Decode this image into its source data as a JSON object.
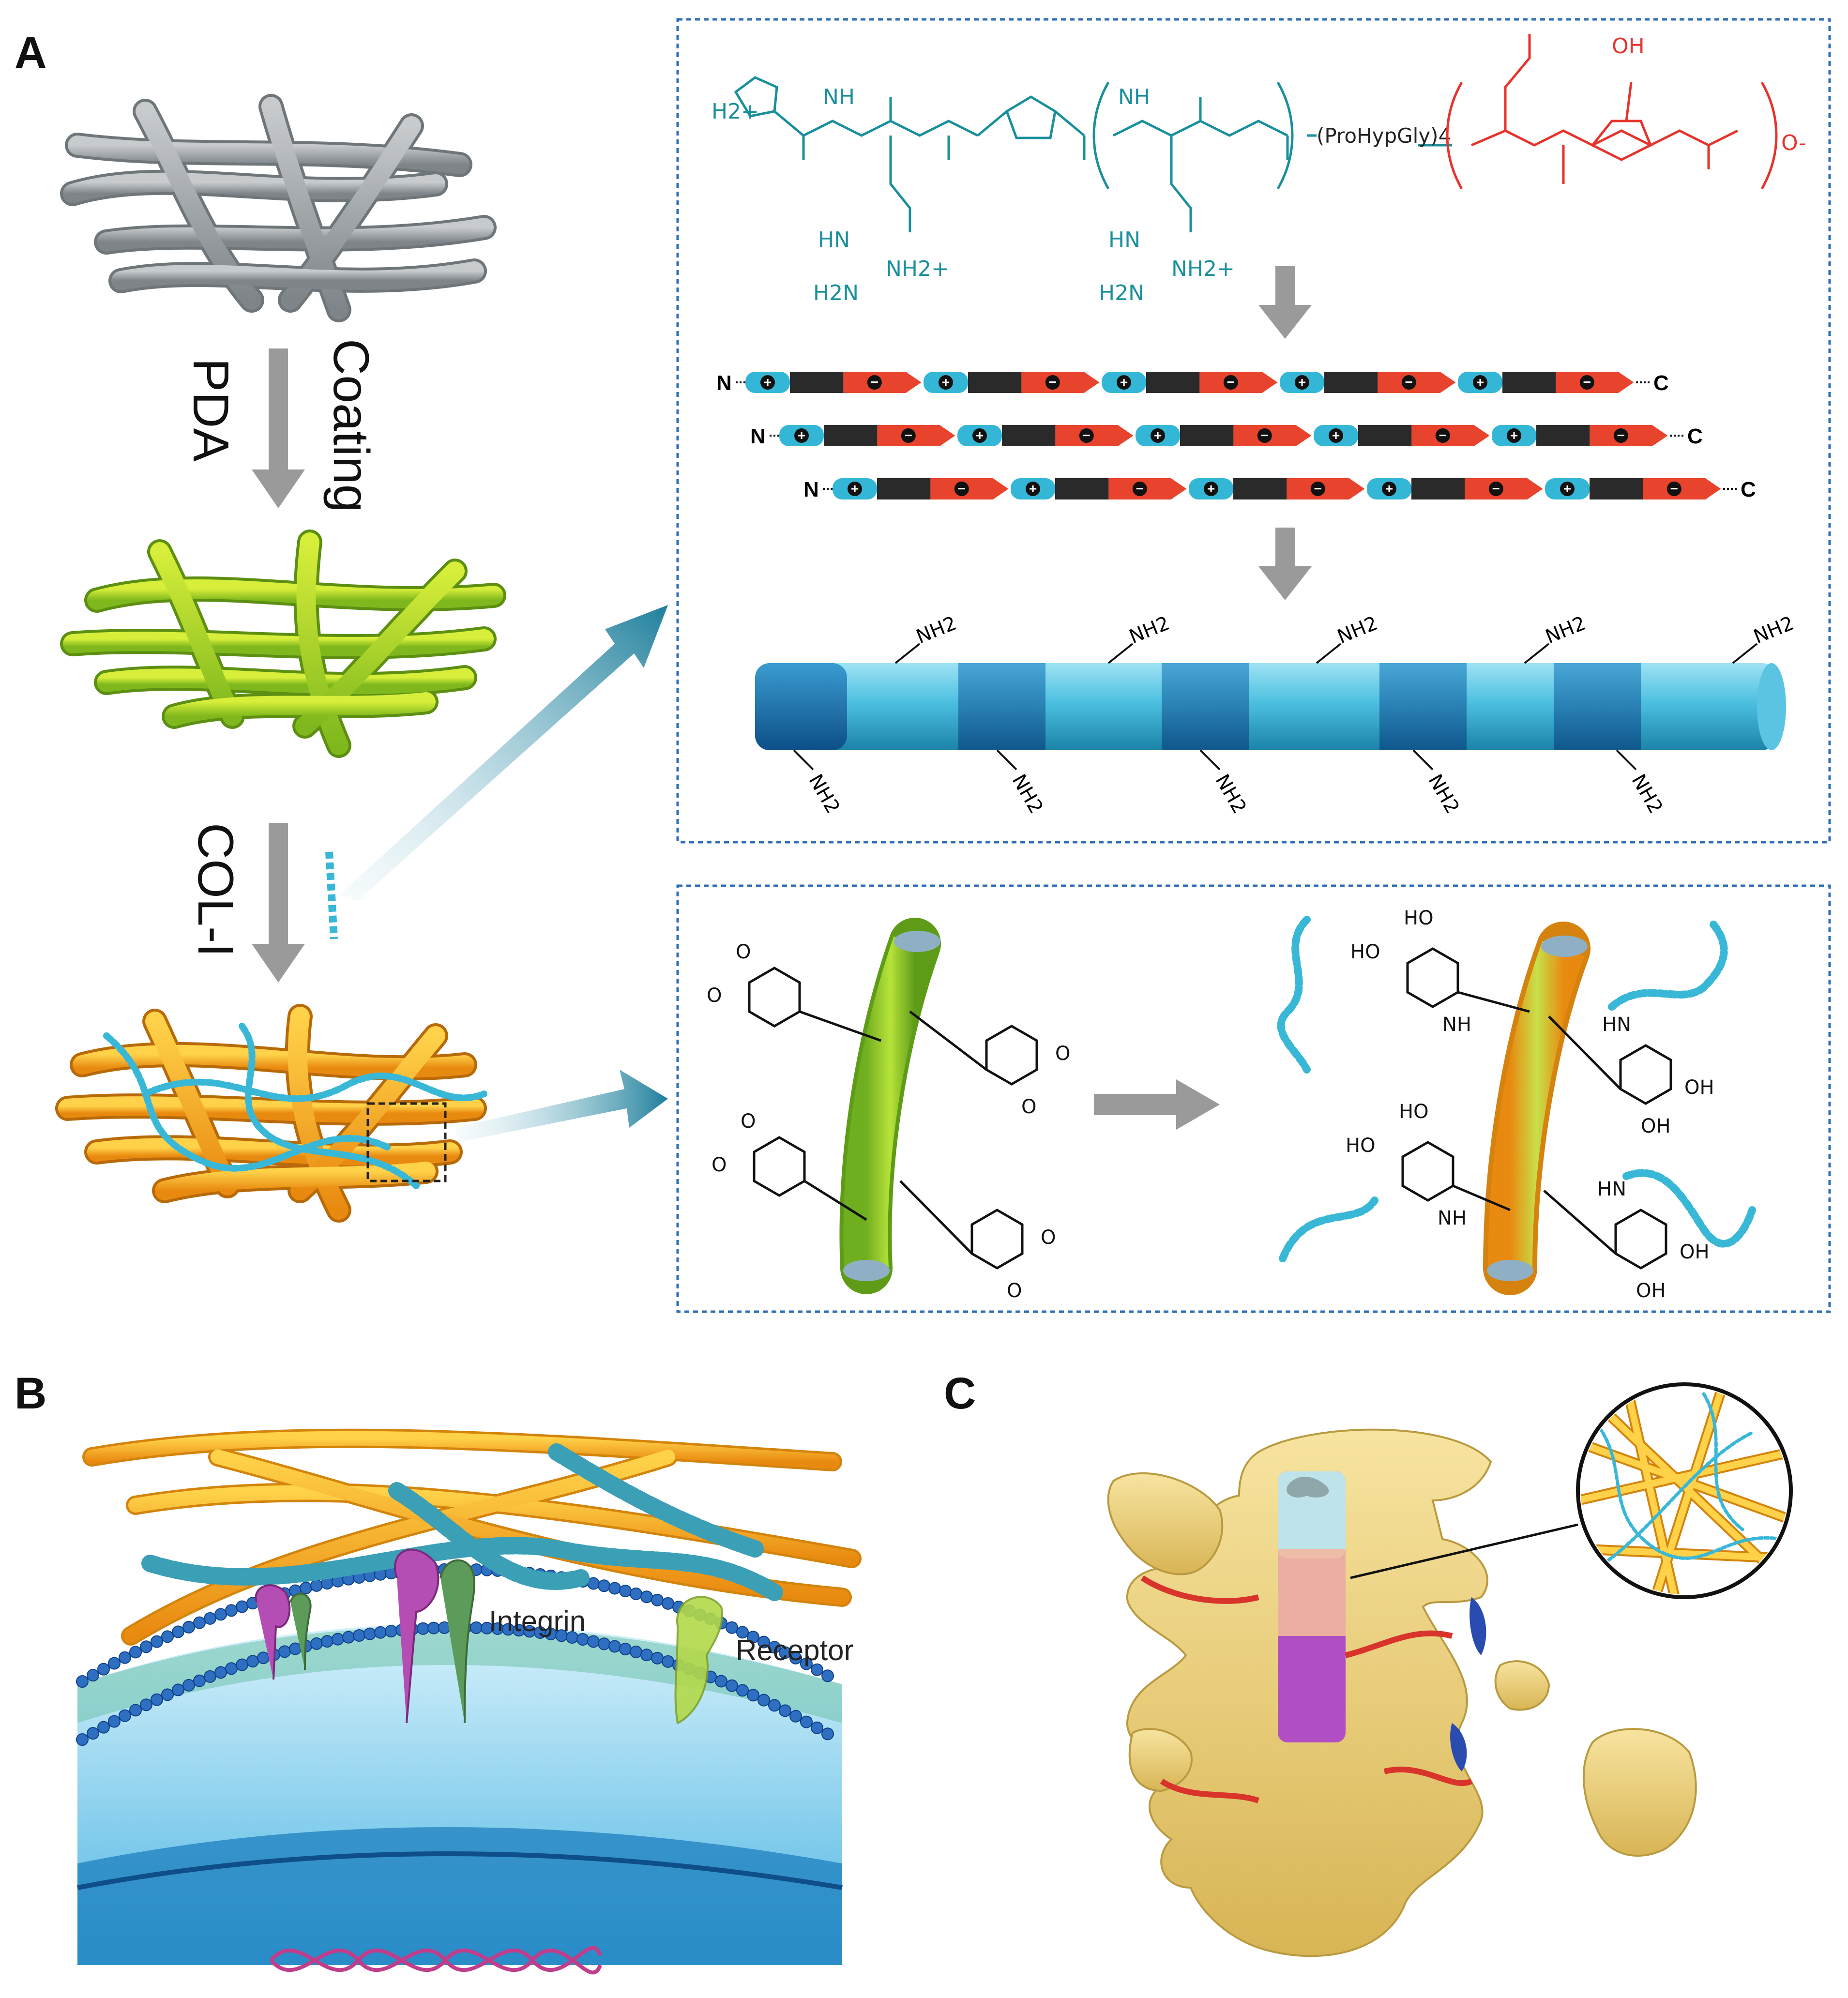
{
  "panel_letters": {
    "a": "A",
    "b": "B",
    "c": "C"
  },
  "steps": {
    "pda": "PDA",
    "coating": "Coating",
    "col": "COL-I"
  },
  "peptide": {
    "n_term_charge": "H2+",
    "nh": "NH",
    "hn": "HN",
    "guanidinium": "NH2+",
    "h2n": "H2N",
    "repeat": "(ProHypGly)4",
    "carboxylate": "O-",
    "oh": "OH"
  },
  "strand": {
    "n": "N",
    "c": "C",
    "plus": "+",
    "minus": "−"
  },
  "fiber_amine": "NH2",
  "catechol": {
    "ho": "HO",
    "oh": "OH",
    "nh": "NH",
    "hn": "HN",
    "o": "O"
  },
  "cell": {
    "integrin": "Integrin",
    "receptor": "Receptor"
  },
  "colors": {
    "gray_fiber": "#9aa0a4",
    "green_fiber": "#9fd12a",
    "orange_fiber": "#f4a41c",
    "teal": "#1a8f9c",
    "red": "#e8322c",
    "cyan": "#39b7d6",
    "box_border": "#2f6fb5",
    "bone": "#ecd27a"
  },
  "icons": {
    "arrow_down": "down-arrow-icon",
    "arrow_diag": "diagonal-arrow-icon",
    "arrow_right": "right-arrow-icon"
  }
}
